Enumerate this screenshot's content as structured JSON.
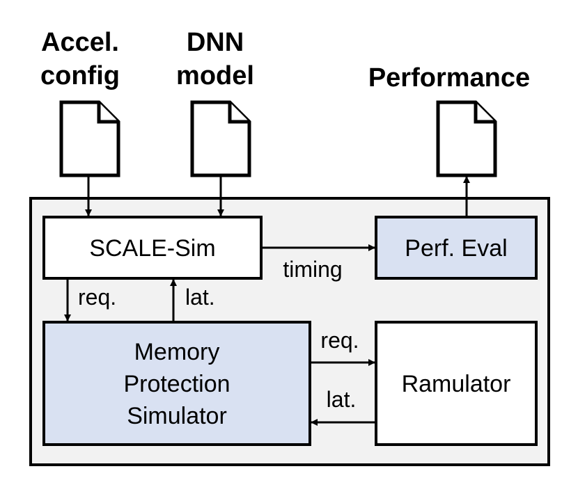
{
  "inputs": {
    "accel_line1": "Accel.",
    "accel_line2": "config",
    "dnn_line1": "DNN",
    "dnn_line2": "model",
    "output": "Performance"
  },
  "blocks": {
    "scale_sim": "SCALE-Sim",
    "perf_eval": "Perf. Eval",
    "mem_line1": "Memory",
    "mem_line2": "Protection",
    "mem_line3": "Simulator",
    "ramulator": "Ramulator"
  },
  "edges": {
    "timing": "timing",
    "req_scale_to_mem": "req.",
    "lat_mem_to_scale": "lat.",
    "req_mem_to_ram": "req.",
    "lat_ram_to_mem": "lat."
  },
  "colors": {
    "highlight_fill": "#d9e1f2",
    "container_fill": "#f2f2f2",
    "block_fill": "#ffffff",
    "stroke": "#000000"
  }
}
